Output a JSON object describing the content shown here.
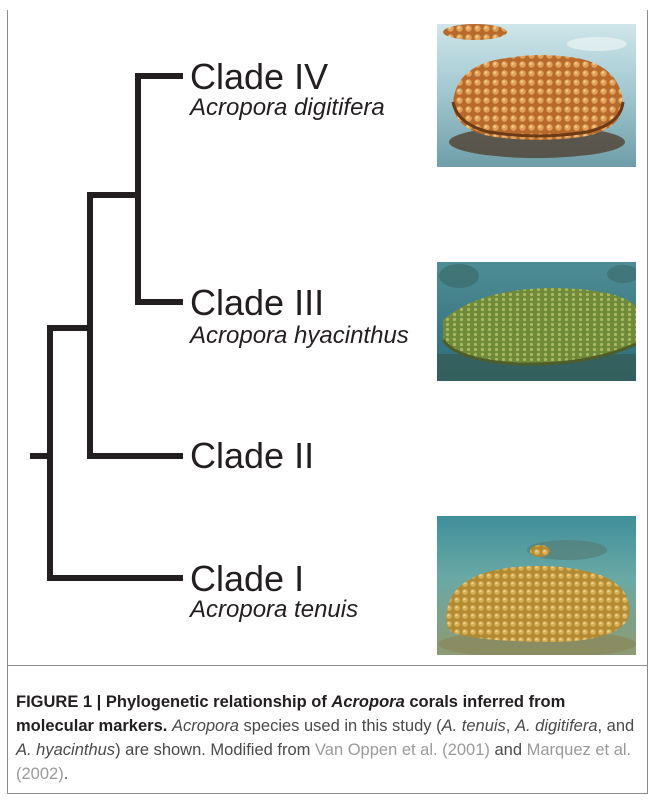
{
  "clades": [
    {
      "name": "Clade IV",
      "species": "Acropora digitifera"
    },
    {
      "name": "Clade III",
      "species": "Acropora hyacinthus"
    },
    {
      "name": "Clade II",
      "species": ""
    },
    {
      "name": "Clade I",
      "species": "Acropora tenuis"
    }
  ],
  "photos": {
    "digitifera": {
      "icon": "coral-photo-digitifera"
    },
    "hyacinthus": {
      "icon": "coral-photo-hyacinthus"
    },
    "tenuis": {
      "icon": "coral-photo-tenuis"
    }
  },
  "caption": {
    "figure_label": "FIGURE 1 | Phylogenetic relationship of ",
    "title_genus": "Acropora",
    "title_rest": " corals inferred from molecular markers.",
    "body_genus": "Acropora",
    "body_1": " species used in this study (",
    "sp1": "A. tenuis",
    "sep1": ", ",
    "sp2": "A. digitifera",
    "sep2": ", and ",
    "sp3": "A. hyacinthus",
    "body_2": ") are shown. Modified from ",
    "ref1": "Van Oppen et al. (2001)",
    "and": " and ",
    "ref2": "Marquez et al. (2002)",
    "end": "."
  },
  "colors": {
    "tree_line": "#231f20",
    "reference_link": "#9a9a9a",
    "frame": "#8c8c8c"
  }
}
